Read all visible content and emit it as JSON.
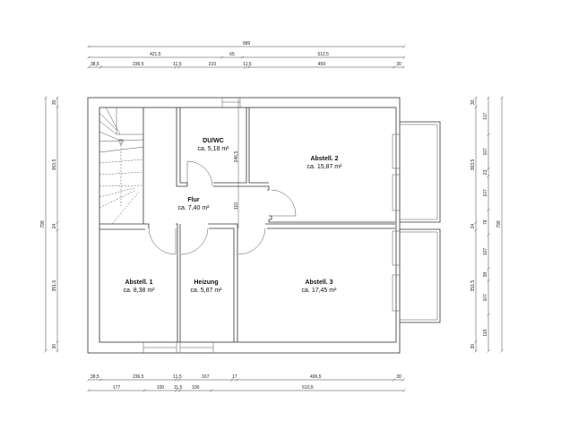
{
  "rooms": [
    {
      "name": "DU/WC",
      "area": "ca. 5,18 m²"
    },
    {
      "name": "Abstell. 2",
      "area": "ca. 15,87 m²"
    },
    {
      "name": "Flur",
      "area": "ca. 7,40 m²"
    },
    {
      "name": "Abstell. 1",
      "area": "ca. 8,38 m²"
    },
    {
      "name": "Heizung",
      "area": "ca. 5,87 m²"
    },
    {
      "name": "Abstell. 3",
      "area": "ca. 17,45 m²"
    }
  ],
  "inner_dims": [
    "246,5",
    "110"
  ],
  "dimensions": {
    "top": [
      {
        "segments": [
          999
        ],
        "labels": [
          "999"
        ]
      },
      {
        "segments": [
          421.5,
          65,
          512.5
        ],
        "labels": [
          "421,5",
          "65",
          "512,5"
        ]
      },
      {
        "segments": [
          38.5,
          236.5,
          11.5,
          210,
          11.5,
          459,
          30
        ],
        "labels": [
          "38,5",
          "236,5",
          "11,5",
          "210",
          "11,5",
          "459",
          "30"
        ]
      }
    ],
    "bottom": [
      {
        "segments": [
          38.5,
          236.5,
          11.5,
          167,
          17,
          496.5,
          30
        ],
        "labels": [
          "38,5",
          "236,5",
          "11,5",
          "167",
          "17",
          "496,5",
          "30"
        ]
      },
      {
        "segments": [
          177,
          100,
          11.5,
          100,
          610.5
        ],
        "labels": [
          "177",
          "100",
          "11,5",
          "100",
          "610,5"
        ]
      }
    ],
    "left": [
      {
        "segments": [
          799
        ],
        "labels": [
          "799"
        ]
      },
      {
        "segments": [
          30,
          363.5,
          24,
          351.5,
          30
        ],
        "labels": [
          "30",
          "363,5",
          "24",
          "351,5",
          "30"
        ]
      }
    ],
    "right": [
      {
        "segments": [
          30,
          363.5,
          24,
          351.5,
          30
        ],
        "labels": [
          "30",
          "363,5",
          "24",
          "351,5",
          "30"
        ]
      },
      {
        "segments": [
          117,
          107,
          23,
          107,
          78,
          107,
          38,
          107,
          115
        ],
        "labels": [
          "117",
          "107",
          "23",
          "107",
          "78",
          "107",
          "38",
          "107",
          "115"
        ]
      },
      {
        "segments": [
          799
        ],
        "labels": [
          "799"
        ]
      }
    ]
  }
}
